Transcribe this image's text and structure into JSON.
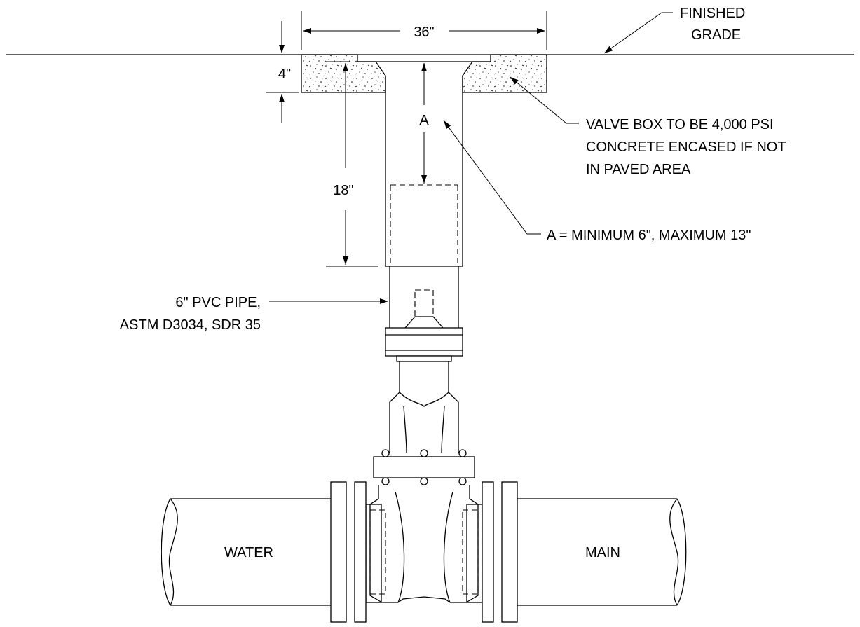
{
  "labels": {
    "finished_grade_line1": "FINISHED",
    "finished_grade_line2": "GRADE",
    "dim_width": "36\"",
    "dim_slab": "4\"",
    "dim_depth": "18\"",
    "dim_a": "A",
    "valve_box_line1": "VALVE BOX TO BE 4,000 PSI",
    "valve_box_line2": "CONCRETE ENCASED IF NOT",
    "valve_box_line3": "IN PAVED AREA",
    "a_note": "A = MINIMUM 6\", MAXIMUM 13\"",
    "pvc_line1": "6\" PVC PIPE,",
    "pvc_line2": "ASTM D3034, SDR 35",
    "water": "WATER",
    "main": "MAIN"
  }
}
